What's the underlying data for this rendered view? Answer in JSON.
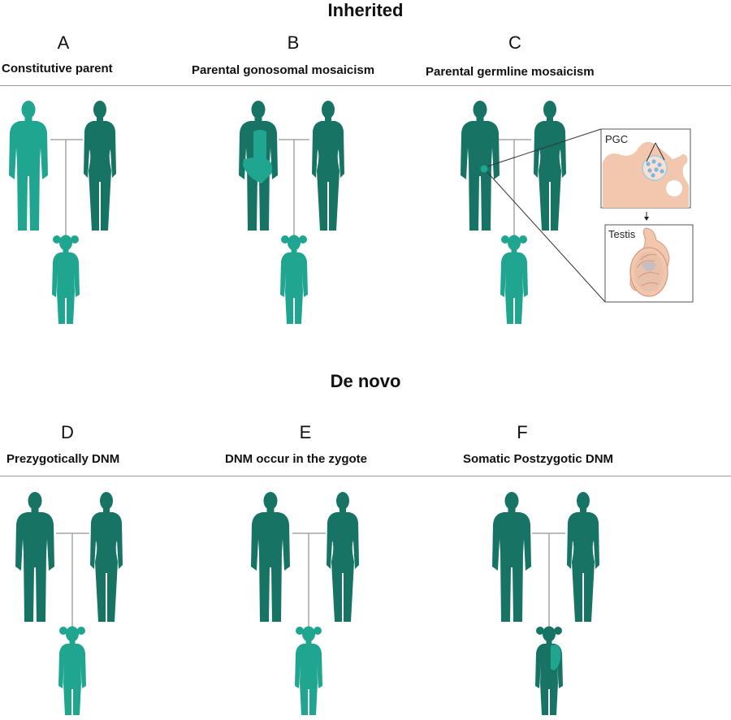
{
  "colors": {
    "light": "#20a591",
    "dark": "#177464",
    "line": "#a5a5a5",
    "skin": "#f2c7ae",
    "skin_dark": "#d49b82"
  },
  "inherited": {
    "title": "Inherited",
    "panels": [
      {
        "letter": "A",
        "caption": "Constitutive parent"
      },
      {
        "letter": "B",
        "caption": "Parental gonosomal mosaicism"
      },
      {
        "letter": "C",
        "caption": "Parental germline mosaicism"
      }
    ],
    "insets": {
      "top": "PGC",
      "bottom": "Testis"
    }
  },
  "denovo": {
    "title": "De novo",
    "panels": [
      {
        "letter": "D",
        "caption": "Prezygotically DNM"
      },
      {
        "letter": "E",
        "caption": "DNM occur in the zygote"
      },
      {
        "letter": "F",
        "caption": "Somatic Postzygotic DNM"
      }
    ]
  }
}
